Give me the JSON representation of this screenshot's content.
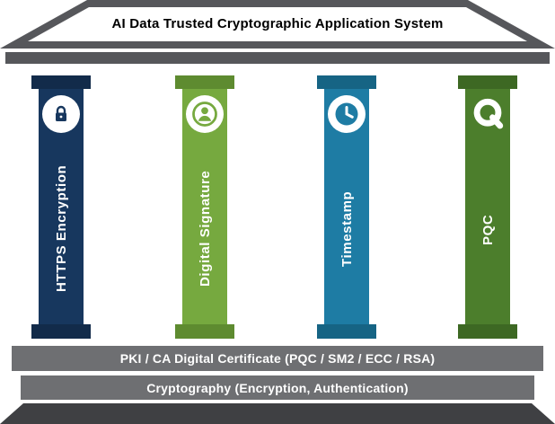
{
  "title": "AI Data Trusted Cryptographic Application System",
  "pillars": [
    {
      "label": "HTTPS Encryption",
      "icon": "lock-icon",
      "shaft_color": "#17375E",
      "trim_color": "#122B4A"
    },
    {
      "label": "Digital Signature",
      "icon": "signer-seal-icon",
      "shaft_color": "#76A93F",
      "trim_color": "#5E8B30"
    },
    {
      "label": "Timestamp",
      "icon": "clock-icon",
      "shaft_color": "#1E7CA4",
      "trim_color": "#166484"
    },
    {
      "label": "PQC",
      "icon": "letter-q-icon",
      "shaft_color": "#4C7E2C",
      "trim_color": "#3D6823"
    }
  ],
  "layers": {
    "pki": "PKI / CA Digital Certificate (PQC / SM2 / ECC / RSA)",
    "crypto": "Cryptography (Encryption, Authentication)"
  },
  "colors": {
    "roof": "#56575B",
    "layer_bar": "#6E6F72",
    "foundation_base": "#3F4043",
    "title_text": "#000000",
    "label_text": "#FFFFFF"
  }
}
